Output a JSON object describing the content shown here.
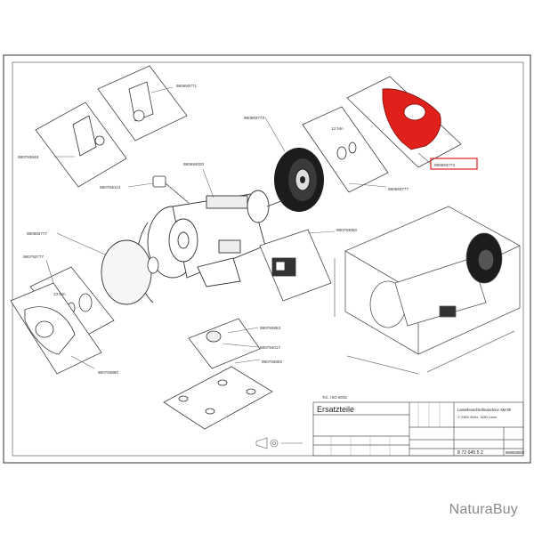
{
  "watermark": "NaturaBuy",
  "part_labels": {
    "p771": "980693771",
    "p773_top": "980693773",
    "p773_red": "980693773",
    "p777_a": "980693777",
    "p777_b": "980693777",
    "p848": "980793848",
    "p013": "980794013",
    "p020": "980694020",
    "p050": "980793050",
    "p777_left": "980793777",
    "p880": "980793880",
    "p853": "980793853",
    "p017": "980794017",
    "p350": "980793850",
    "p13_right": "13 Nm",
    "p13_left": "13 Nm"
  },
  "drawing": {
    "standard_note": "Tol.: ISO 8015",
    "title_block": {
      "heading": "Ersatzteile",
      "product": "Lamellenschleifmaschine SM 80",
      "spec": "1~230V 50Hz, 1450 1/min",
      "article_no": "8 72 045 5 2",
      "drawing_no": "980693000"
    }
  },
  "colors": {
    "highlight": "#e0201a",
    "line": "#333333"
  }
}
